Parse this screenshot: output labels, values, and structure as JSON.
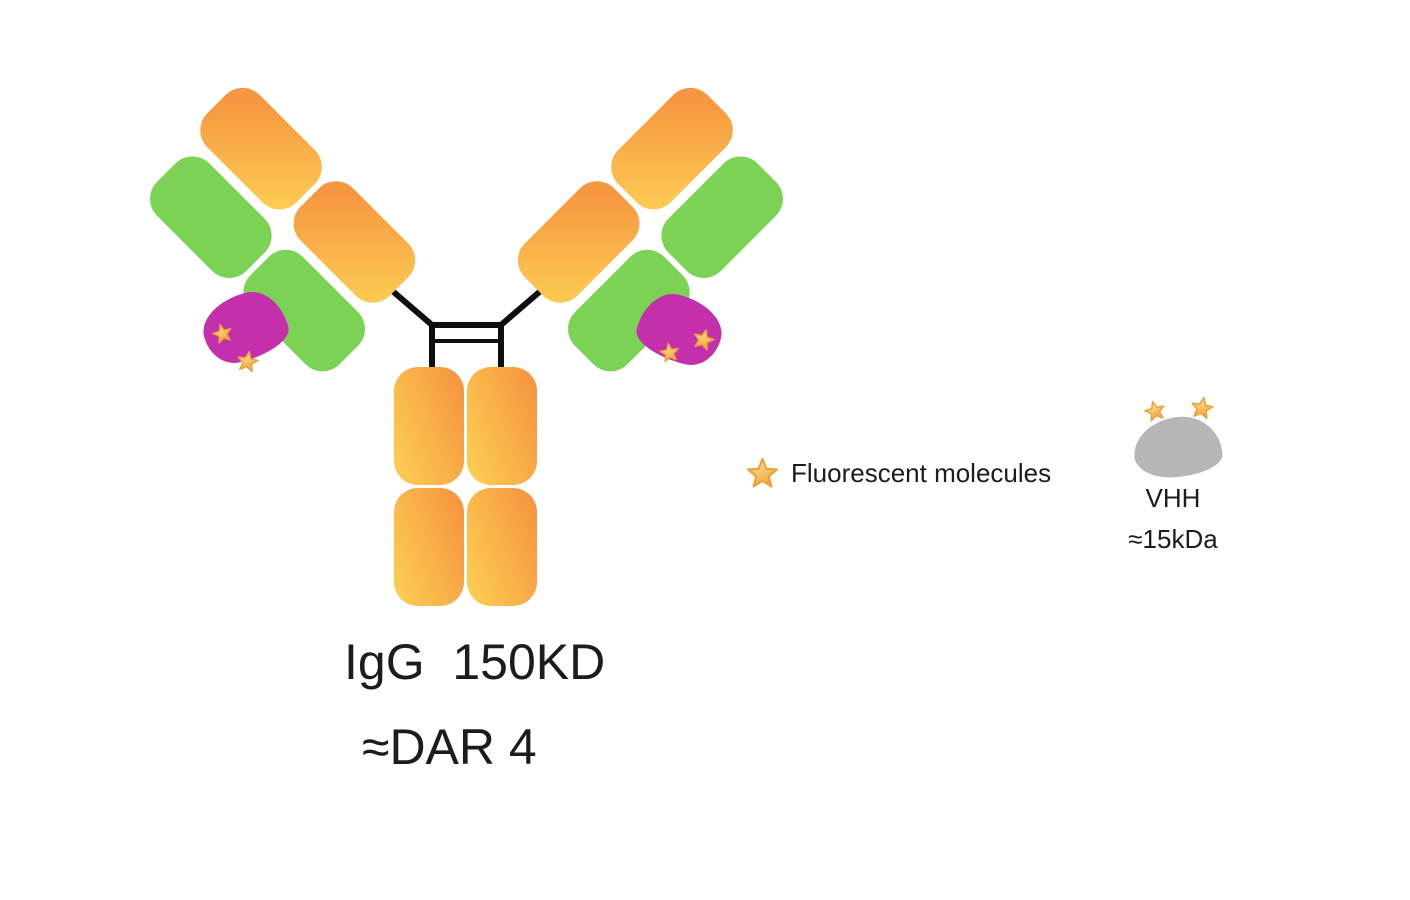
{
  "title": {
    "line1": "IgG  150KD",
    "line2": "≈DAR 4"
  },
  "legend": {
    "label": "Fluorescent molecules"
  },
  "vhh": {
    "name": "VHH",
    "mass": "≈15kDa"
  },
  "colors": {
    "heavy_1": "#fccb51",
    "heavy_2": "#f69640",
    "light_chain": "#7cd254",
    "antigen": "#c42fac",
    "vhh_fill": "#b6b5b8",
    "line": "#0e0e0e",
    "ink": "#1c1c1c",
    "star_light": "#fdeeab",
    "star_deep": "#f1a93c",
    "star_edge": "#e9a23b"
  }
}
